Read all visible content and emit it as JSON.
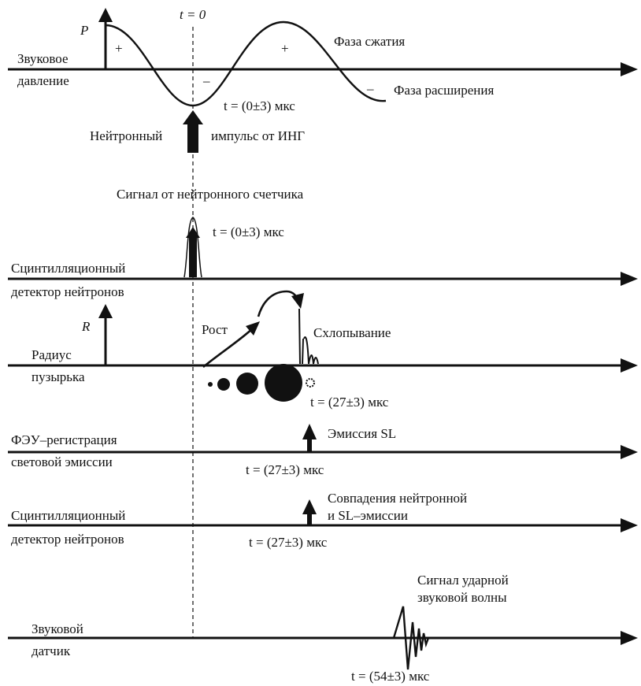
{
  "title_t0": "t = 0",
  "sections": {
    "sound": {
      "axis_symbol": "P",
      "label_line1": "Звуковое",
      "label_line2": "давление",
      "plus": "+",
      "minus": "–",
      "compression": "Фаза сжатия",
      "rarefaction": "Фаза расширения",
      "time": "(0±3) мкс"
    },
    "neutron_pulse": {
      "label_left": "Нейтронный",
      "label_right": "импульс от ИНГ"
    },
    "scintillator1": {
      "signal_title": "Сигнал от нейтронного счетчика",
      "time": "(0±3) мкс",
      "label_line1": "Сцинтилляционный",
      "label_line2": "детектор нейтронов"
    },
    "bubble": {
      "axis_symbol": "R",
      "label_line1": "Радиус",
      "label_line2": "пузырька",
      "growth": "Рост",
      "collapse": "Схлопывание",
      "time": "(27±3) мкс"
    },
    "pmt": {
      "label_line1": "ФЭУ–регистрация",
      "label_line2": "световой эмиссии",
      "event": "Эмиссия SL",
      "time": "(27±3) мкс"
    },
    "scintillator2": {
      "label_line1": "Сцинтилляционный",
      "label_line2": "детектор нейтронов",
      "event_line1": "Совпадения нейтронной",
      "event_line2": "и SL–эмиссии",
      "time": "(27±3) мкс"
    },
    "acoustic": {
      "label_line1": "Звуковой",
      "label_line2": "датчик",
      "event_line1": "Сигнал ударной",
      "event_line2": "звуковой волны",
      "time": "(54±3) мкс"
    }
  },
  "time_prefix": "t = "
}
